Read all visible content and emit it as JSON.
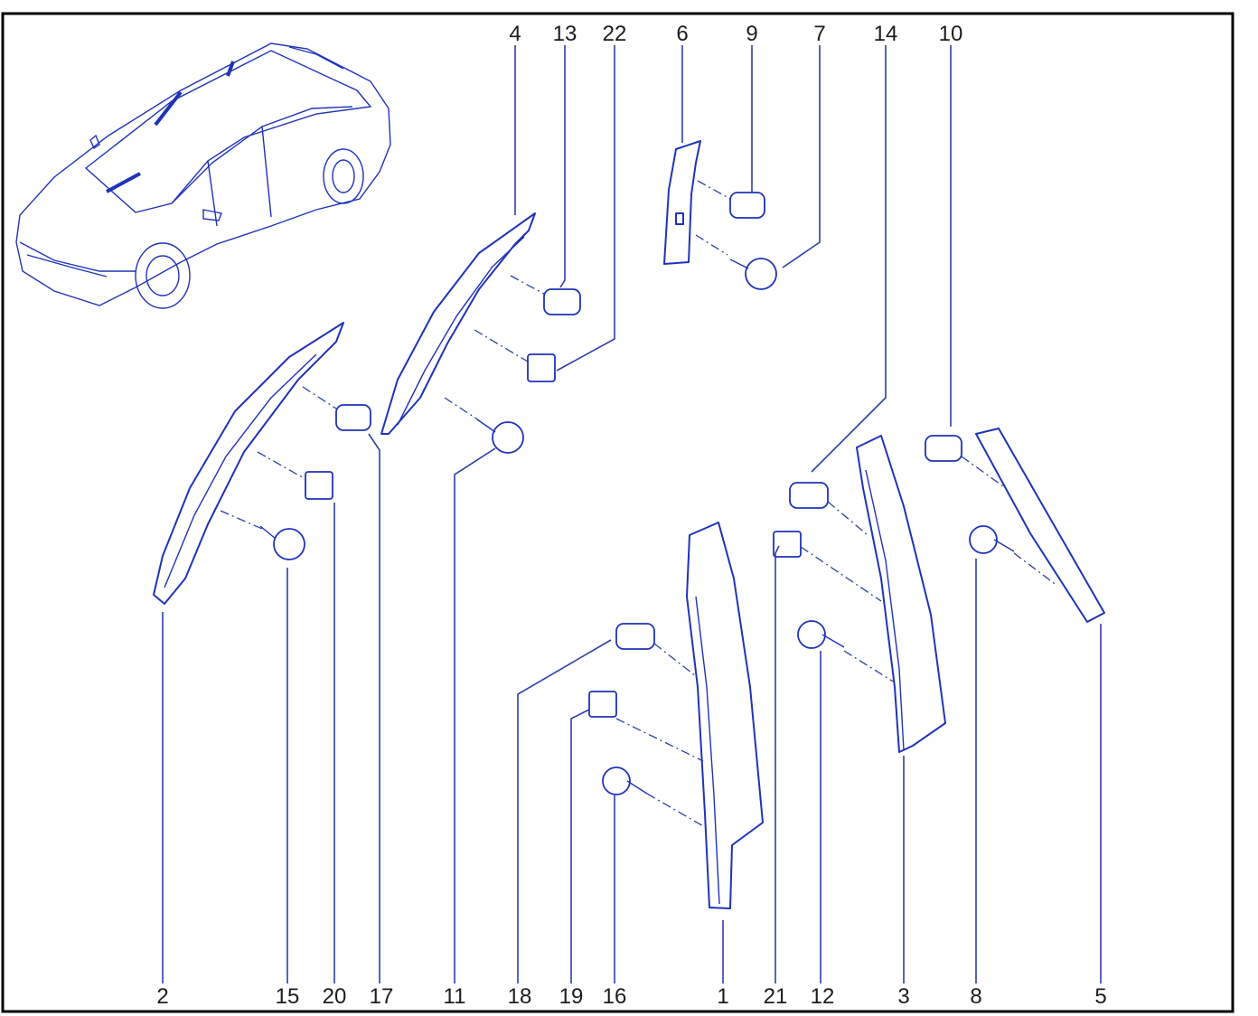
{
  "diagram": {
    "type": "exploded-parts-view",
    "line_color": "#1f33b8",
    "frame_color": "#000000",
    "top_callouts": [
      "4",
      "13",
      "22",
      "6",
      "9",
      "7",
      "14",
      "10"
    ],
    "bottom_callouts": [
      "2",
      "15",
      "20",
      "17",
      "11",
      "18",
      "19",
      "16",
      "1",
      "21",
      "12",
      "3",
      "8",
      "5"
    ]
  }
}
